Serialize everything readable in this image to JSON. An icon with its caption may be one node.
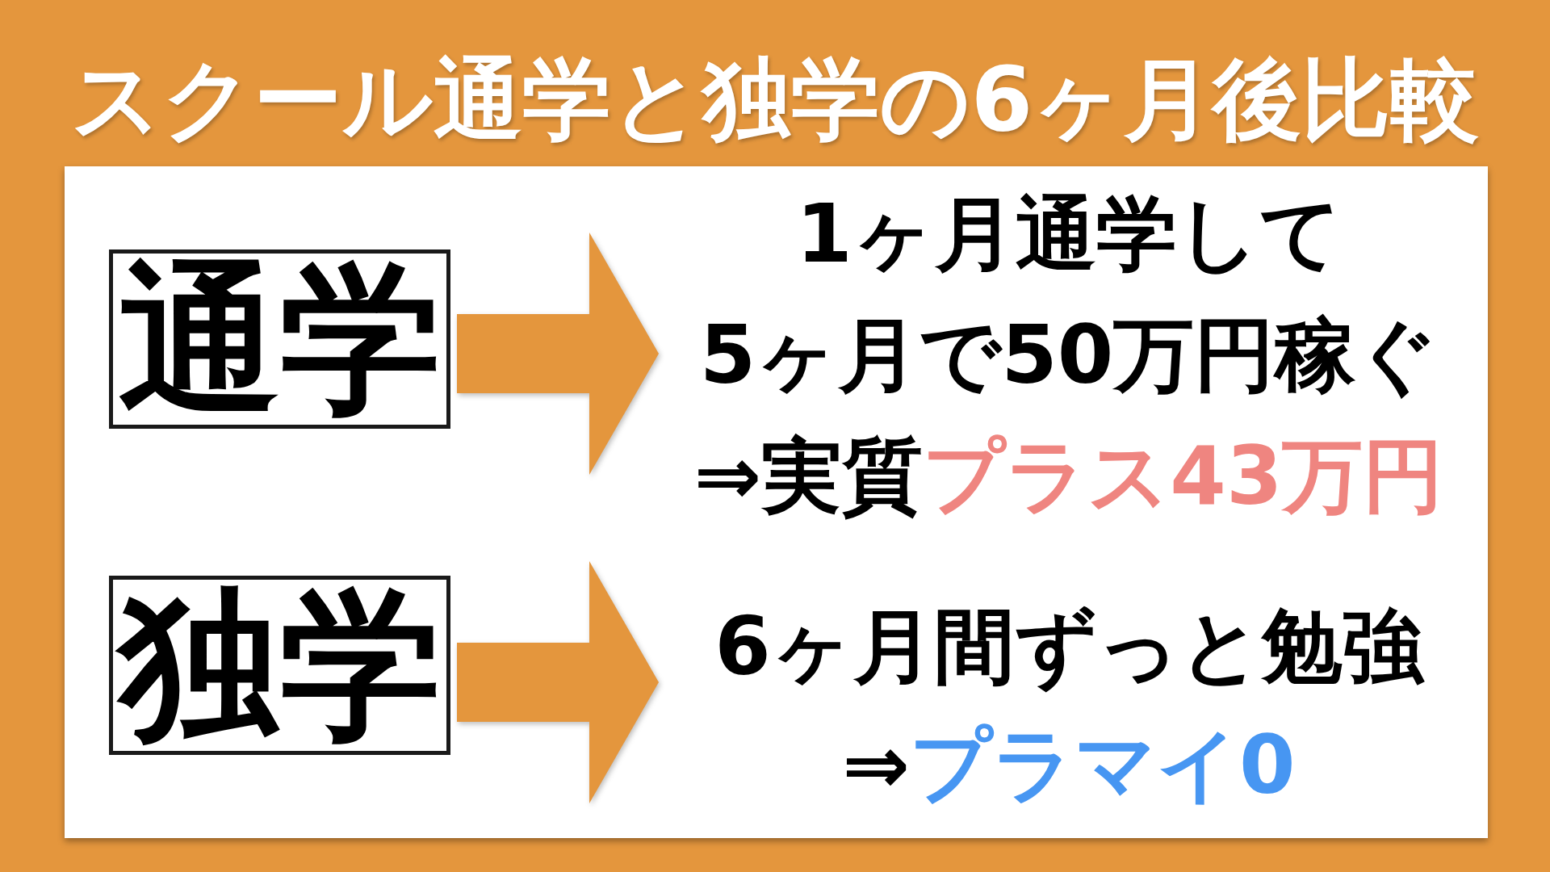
{
  "diagram": {
    "title": "スクール通学と独学の6ヶ月後比較",
    "nodes": [
      {
        "text": [
          "通学"
        ]
      },
      {
        "text": [
          "1ヶ月通学して",
          "5ヶ月で50万円稼ぐ",
          "⇒実質",
          "プラス43万円"
        ]
      },
      {
        "text": [
          "独学"
        ]
      },
      {
        "text": [
          "6ヶ月間ずっと勉強",
          "⇒",
          "プラマイ0"
        ]
      }
    ],
    "edges": [
      {
        "from": 0,
        "to": 1,
        "arrow": "to"
      },
      {
        "from": 2,
        "to": 3,
        "arrow": "to"
      }
    ]
  }
}
